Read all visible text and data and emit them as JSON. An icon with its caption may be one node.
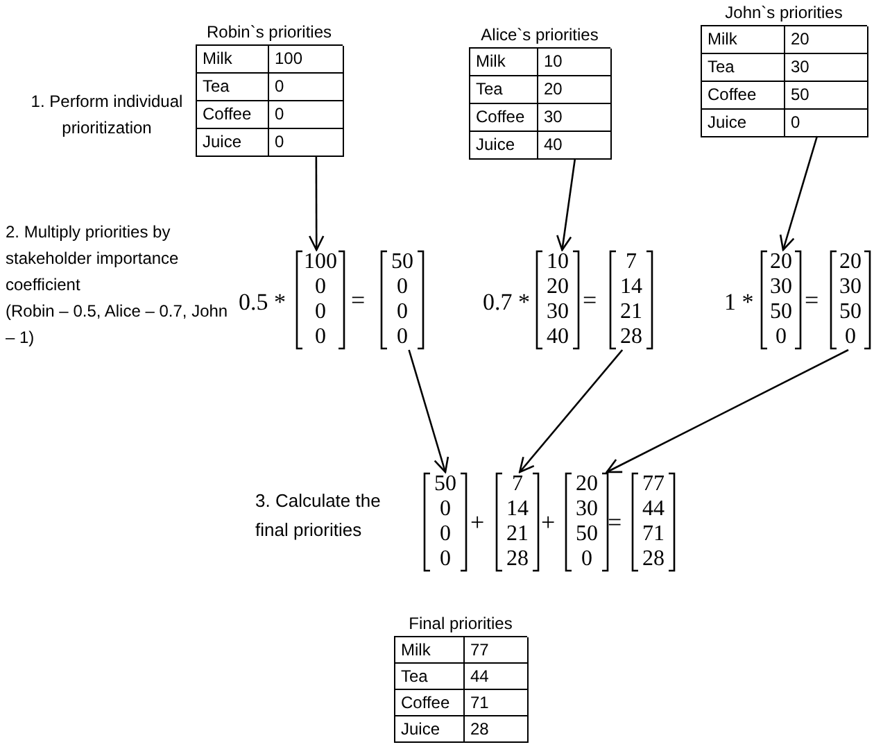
{
  "diagram": {
    "nodes": [
      {
        "text": [
          "Robin`s priorities",
          "Milk",
          "100",
          "Tea",
          "0",
          "Coffee",
          "0",
          "Juice",
          "0"
        ]
      },
      {
        "text": [
          "Alice`s priorities",
          "Milk",
          "10",
          "Tea",
          "20",
          "Coffee",
          "30",
          "Juice",
          "40"
        ]
      },
      {
        "text": [
          "John`s priorities",
          "Milk",
          "20",
          "Tea",
          "30",
          "Coffee",
          "50",
          "Juice",
          "0"
        ]
      },
      {
        "text": [
          "100",
          "0",
          "0",
          "0"
        ]
      },
      {
        "text": [
          "50",
          "0",
          "0",
          "0"
        ]
      },
      {
        "text": [
          "10",
          "20",
          "30",
          "40"
        ]
      },
      {
        "text": [
          "7",
          "14",
          "21",
          "28"
        ]
      },
      {
        "text": [
          "20",
          "30",
          "50",
          "0"
        ]
      },
      {
        "text": [
          "20",
          "30",
          "50",
          "0"
        ]
      },
      {
        "text": [
          "50",
          "0",
          "0",
          "0"
        ]
      },
      {
        "text": [
          "7",
          "14",
          "21",
          "28"
        ]
      },
      {
        "text": [
          "20",
          "30",
          "50",
          "0"
        ]
      },
      {
        "text": [
          "77",
          "44",
          "71",
          "28"
        ]
      },
      {
        "text": [
          "Final priorities",
          "Milk",
          "77",
          "Tea",
          "44",
          "Coffee",
          "71",
          "Juice",
          "28"
        ]
      }
    ],
    "edges": [
      {
        "from": 0,
        "to": 3,
        "arrow": "to"
      },
      {
        "from": 1,
        "to": 5,
        "arrow": "to"
      },
      {
        "from": 2,
        "to": 7,
        "arrow": "to"
      },
      {
        "from": 4,
        "to": 9,
        "arrow": "to"
      },
      {
        "from": 6,
        "to": 10,
        "arrow": "to"
      },
      {
        "from": 8,
        "to": 11,
        "arrow": "to"
      }
    ],
    "labels": [
      "1. Perform individual prioritization",
      "2. Multiply priorities by stakeholder importance coefficient",
      "(Robin – 0.5, Alice – 0.7, John – 1)",
      "0.5 *",
      "=",
      "0.7 *",
      "=",
      "1 *",
      "=",
      "3. Calculate the final priorities",
      "+",
      "+",
      "="
    ]
  }
}
